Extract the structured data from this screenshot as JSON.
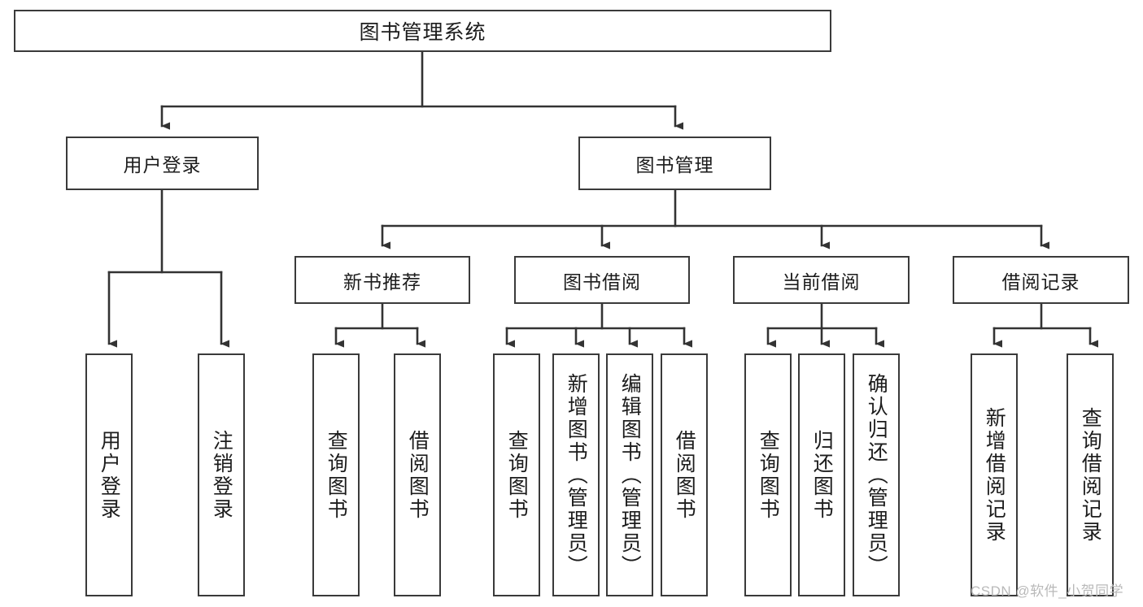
{
  "diagram": {
    "type": "tree-hierarchy-chart",
    "title": "图书管理系统",
    "watermark": "CSDN @软件_小贺同学",
    "colors": {
      "background": "#ffffff",
      "box_border": "#3a3a3a",
      "connector": "#333333",
      "text": "#1c1c1c",
      "watermark": "#b9b9b9"
    },
    "root": {
      "label": "图书管理系统"
    },
    "level2": [
      {
        "id": "user-login",
        "label": "用户登录"
      },
      {
        "id": "book-manage",
        "label": "图书管理"
      }
    ],
    "level3": [
      {
        "id": "new-book-recommend",
        "label": "新书推荐"
      },
      {
        "id": "book-borrow",
        "label": "图书借阅"
      },
      {
        "id": "current-borrow",
        "label": "当前借阅"
      },
      {
        "id": "borrow-record",
        "label": "借阅记录"
      }
    ],
    "leaves": {
      "user_login": [
        {
          "id": "leaf-user-login",
          "label": "用户登录"
        },
        {
          "id": "leaf-logout-login",
          "label": "注销登录"
        }
      ],
      "new_book_recommend": [
        {
          "id": "leaf-query-book-1",
          "label": "查询图书"
        },
        {
          "id": "leaf-borrow-book-1",
          "label": "借阅图书"
        }
      ],
      "book_borrow": [
        {
          "id": "leaf-query-book-2",
          "label": "查询图书"
        },
        {
          "id": "leaf-add-book",
          "label": "新增图书（管理员）"
        },
        {
          "id": "leaf-edit-book",
          "label": "编辑图书（管理员）"
        },
        {
          "id": "leaf-borrow-book-2",
          "label": "借阅图书"
        }
      ],
      "current_borrow": [
        {
          "id": "leaf-query-book-3",
          "label": "查询图书"
        },
        {
          "id": "leaf-return-book",
          "label": "归还图书"
        },
        {
          "id": "leaf-confirm-return",
          "label": "确认归还（管理员）"
        }
      ],
      "borrow_record": [
        {
          "id": "leaf-add-record",
          "label": "新增借阅记录"
        },
        {
          "id": "leaf-query-record",
          "label": "查询借阅记录"
        }
      ]
    }
  }
}
